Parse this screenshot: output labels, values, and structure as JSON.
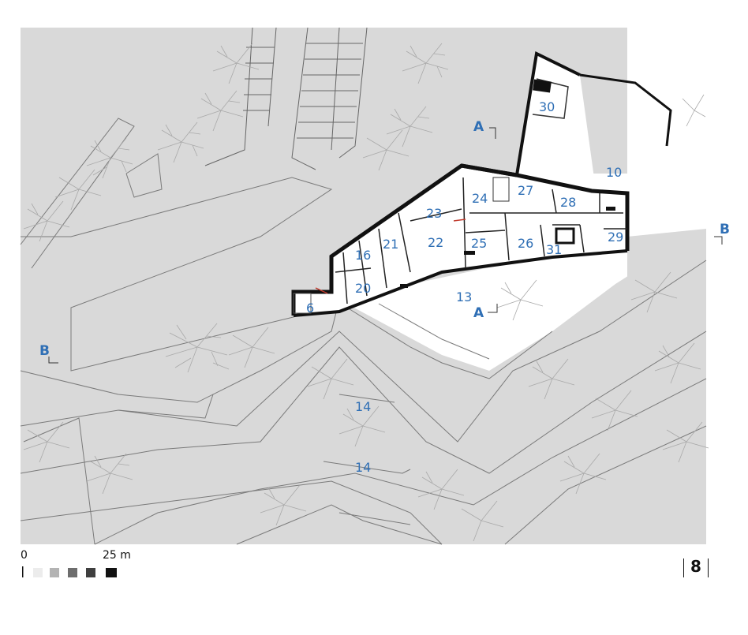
{
  "rooms": {
    "r6": "6",
    "r10": "10",
    "r13": "13",
    "r14a": "14",
    "r14b": "14",
    "r16": "16",
    "r20": "20",
    "r21": "21",
    "r22": "22",
    "r23": "23",
    "r24": "24",
    "r25": "25",
    "r26": "26",
    "r27": "27",
    "r28": "28",
    "r29": "29",
    "r30": "30",
    "r31": "31"
  },
  "section_markers": {
    "a_top": "A",
    "a_bottom": "A",
    "b_left": "B",
    "b_right": "B"
  },
  "scale": {
    "start": "0",
    "end": "25 m"
  },
  "page_number": "8",
  "colors": {
    "site_fill": "#d9d9d9",
    "label_blue": "#2f6fb5",
    "wall_black": "#111111",
    "tree_gray": "#a9a9a9"
  }
}
